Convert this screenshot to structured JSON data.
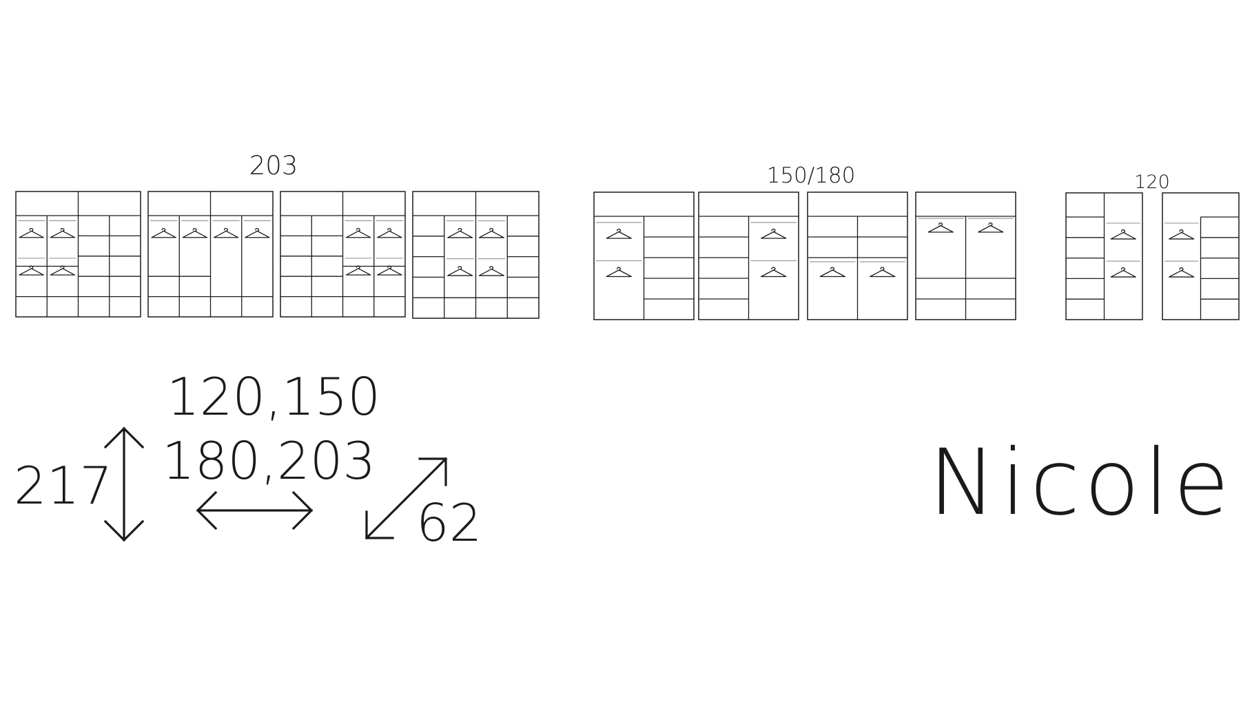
{
  "colors": {
    "line": "#1a1a1a",
    "rail": "#9a9a9a",
    "background": "#ffffff"
  },
  "groups": [
    {
      "width_label": "203",
      "icon": "hanger-icon",
      "wardrobes": [
        {
          "columns": [
            {
              "top": true,
              "shelves": [
                0.5,
                0.8
              ],
              "hangers": [
                0.08,
                0.45
              ],
              "rail": [
                0.03,
                0.4
              ]
            },
            {
              "top": true,
              "shelves": [
                0.5,
                0.8
              ],
              "hangers": [
                0.08,
                0.45
              ],
              "rail": [
                0.03,
                0.4
              ]
            },
            {
              "top": true,
              "shelves": [
                0.2,
                0.4,
                0.6,
                0.8
              ]
            },
            {
              "top": true,
              "shelves": [
                0.2,
                0.4,
                0.6,
                0.8
              ]
            }
          ]
        },
        {
          "columns": [
            {
              "top": true,
              "shelves": [
                0.6,
                0.8
              ],
              "hangers": [
                0.08
              ],
              "rail": [
                0.03
              ]
            },
            {
              "top": true,
              "shelves": [
                0.6,
                0.8
              ],
              "hangers": [
                0.08
              ],
              "rail": [
                0.03
              ]
            },
            {
              "top": true,
              "shelves": [
                0.8
              ],
              "hangers": [
                0.08
              ],
              "rail": [
                0.03
              ]
            },
            {
              "top": true,
              "shelves": [
                0.8
              ],
              "hangers": [
                0.08
              ],
              "rail": [
                0.03
              ]
            }
          ]
        },
        {
          "columns": [
            {
              "top": true,
              "shelves": [
                0.2,
                0.4,
                0.6,
                0.8
              ]
            },
            {
              "top": true,
              "shelves": [
                0.2,
                0.4,
                0.6,
                0.8
              ]
            },
            {
              "top": true,
              "shelves": [
                0.5,
                0.8
              ],
              "hangers": [
                0.08,
                0.45
              ],
              "rail": [
                0.03,
                0.4
              ]
            },
            {
              "top": true,
              "shelves": [
                0.5,
                0.8
              ],
              "hangers": [
                0.08,
                0.45
              ],
              "rail": [
                0.03,
                0.4
              ]
            }
          ]
        },
        {
          "columns": [
            {
              "top": true,
              "shelves": [
                0.2,
                0.4,
                0.6,
                0.8
              ]
            },
            {
              "top": true,
              "shelves": [
                0.8
              ],
              "hangers": [
                0.08,
                0.45
              ],
              "rail": [
                0.03,
                0.4
              ]
            },
            {
              "top": true,
              "shelves": [
                0.8
              ],
              "hangers": [
                0.08,
                0.45
              ],
              "rail": [
                0.03,
                0.4
              ]
            },
            {
              "top": true,
              "shelves": [
                0.2,
                0.4,
                0.6,
                0.8
              ]
            }
          ]
        }
      ]
    },
    {
      "width_label": "150/180",
      "icon": "hanger-icon",
      "wardrobes": [
        {
          "columns": [
            {
              "top": true,
              "shelves": [],
              "hangers": [
                0.08,
                0.45
              ],
              "rail": [
                0.04,
                0.41
              ]
            },
            {
              "top": true,
              "shelves": [
                0.2,
                0.4,
                0.6,
                0.8
              ]
            }
          ]
        },
        {
          "columns": [
            {
              "top": true,
              "shelves": [
                0.2,
                0.4,
                0.6,
                0.8
              ]
            },
            {
              "top": true,
              "shelves": [],
              "hangers": [
                0.08,
                0.45
              ],
              "rail": [
                0.04,
                0.41
              ]
            }
          ]
        },
        {
          "columns": [
            {
              "top": true,
              "shelves": [
                0.2,
                0.4
              ],
              "hangers": [
                0.45
              ],
              "rail": [
                0.42
              ]
            },
            {
              "top": true,
              "shelves": [
                0.2,
                0.4
              ],
              "hangers": [
                0.45
              ],
              "rail": [
                0.42
              ]
            }
          ]
        },
        {
          "columns": [
            {
              "top": true,
              "shelves": [
                0.6,
                0.8
              ],
              "hangers": [
                0.02
              ],
              "rail": [
                0.0
              ]
            },
            {
              "top": true,
              "shelves": [
                0.6,
                0.8
              ],
              "hangers": [
                0.02
              ],
              "rail": [
                0.0
              ]
            }
          ]
        }
      ]
    },
    {
      "width_label": "120",
      "icon": "hanger-icon",
      "wardrobes": [
        {
          "columns": [
            {
              "top": true,
              "shelves": [
                0.2,
                0.4,
                0.6,
                0.8
              ]
            },
            {
              "top": false,
              "shelves": [],
              "hangers": [
                0.08,
                0.45
              ],
              "rail": [
                0.04,
                0.41
              ]
            }
          ]
        },
        {
          "columns": [
            {
              "top": false,
              "shelves": [],
              "hangers": [
                0.08,
                0.45
              ],
              "rail": [
                0.04,
                0.41
              ]
            },
            {
              "top": true,
              "shelves": [
                0.2,
                0.4,
                0.6,
                0.8
              ]
            }
          ]
        }
      ]
    }
  ],
  "dimensions": {
    "height": "217",
    "widths_line1": "120,150",
    "widths_line2": "180,203",
    "depth": "62",
    "height_icon": "vertical-double-arrow-icon",
    "width_icon": "horizontal-double-arrow-icon",
    "depth_icon": "diagonal-double-arrow-icon"
  },
  "brand": {
    "name": "Nicole"
  }
}
